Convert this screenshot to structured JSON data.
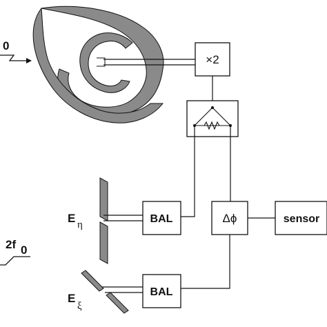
{
  "blocks": {
    "doubler": "×2",
    "bal_top": "BAL",
    "bal_bottom": "BAL",
    "phase": "Δϕ",
    "sensor": "sensor"
  },
  "signals": {
    "input_top": "0",
    "input_bottom_main": "2f",
    "input_bottom_sub": "0"
  },
  "fields": {
    "e_eta_main": "E",
    "e_eta_sub": "η",
    "e_xi_main": "E",
    "e_xi_sub": "ξ"
  },
  "colors": {
    "antenna_fill": "#8a8a8a",
    "line": "#111111",
    "background": "#ffffff"
  }
}
